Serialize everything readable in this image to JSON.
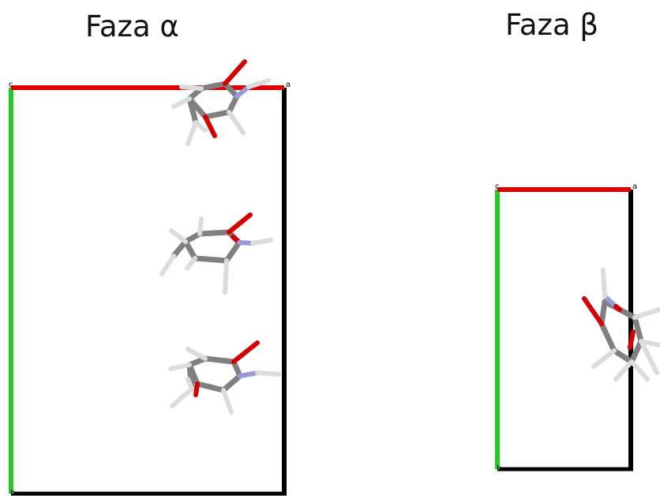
{
  "titles": {
    "alpha": "Faza α",
    "beta": "Faza β"
  },
  "axis_labels": {
    "origin": "c",
    "a": "a",
    "b": "b"
  },
  "colors": {
    "axis_a": "#dd0000",
    "axis_b": "#22cc22",
    "cell_edge": "#000000",
    "carbon": "#808080",
    "oxygen": "#d40000",
    "nitrogen": "#9a9ad8",
    "hydrogen": "#dcdcdc"
  },
  "unit_cells": [
    {
      "id": "alpha",
      "molecule_count": 3
    },
    {
      "id": "beta",
      "molecule_count": 1
    }
  ]
}
